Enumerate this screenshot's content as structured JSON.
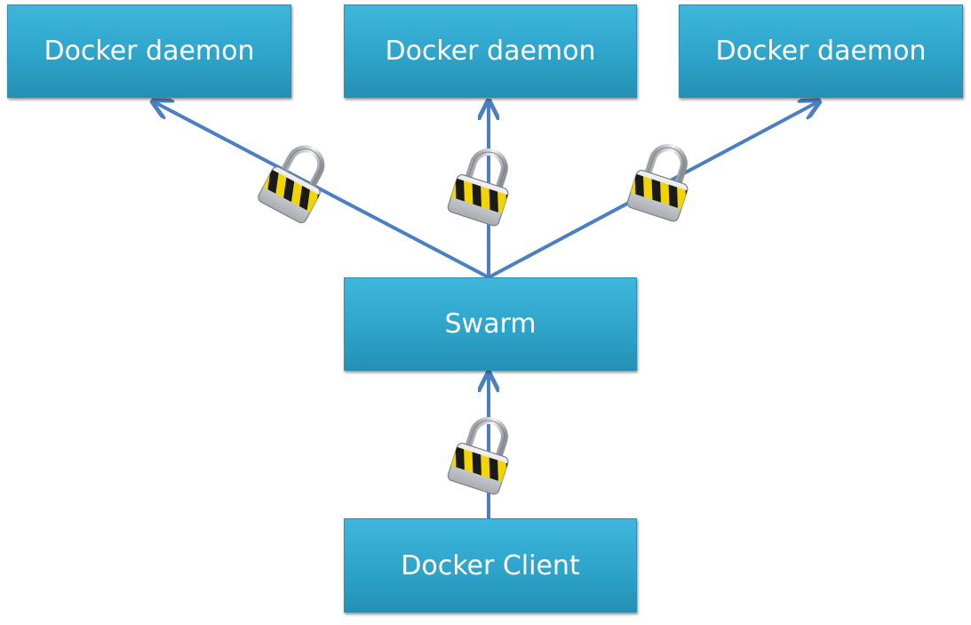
{
  "nodes": {
    "daemon_1": "Docker daemon",
    "daemon_2": "Docker daemon",
    "daemon_3": "Docker daemon",
    "swarm": "Swarm",
    "client": "Docker Client"
  },
  "colors": {
    "box_top": "#3fb6dc",
    "box_bottom": "#2590b4",
    "arrow": "#4a7fc1",
    "lock_shackle": "#c9ccd0",
    "lock_body": "#d6d8da",
    "lock_stripe_yellow": "#f2d500",
    "lock_stripe_black": "#1a1a1a"
  },
  "icons": [
    "padlock-icon"
  ]
}
